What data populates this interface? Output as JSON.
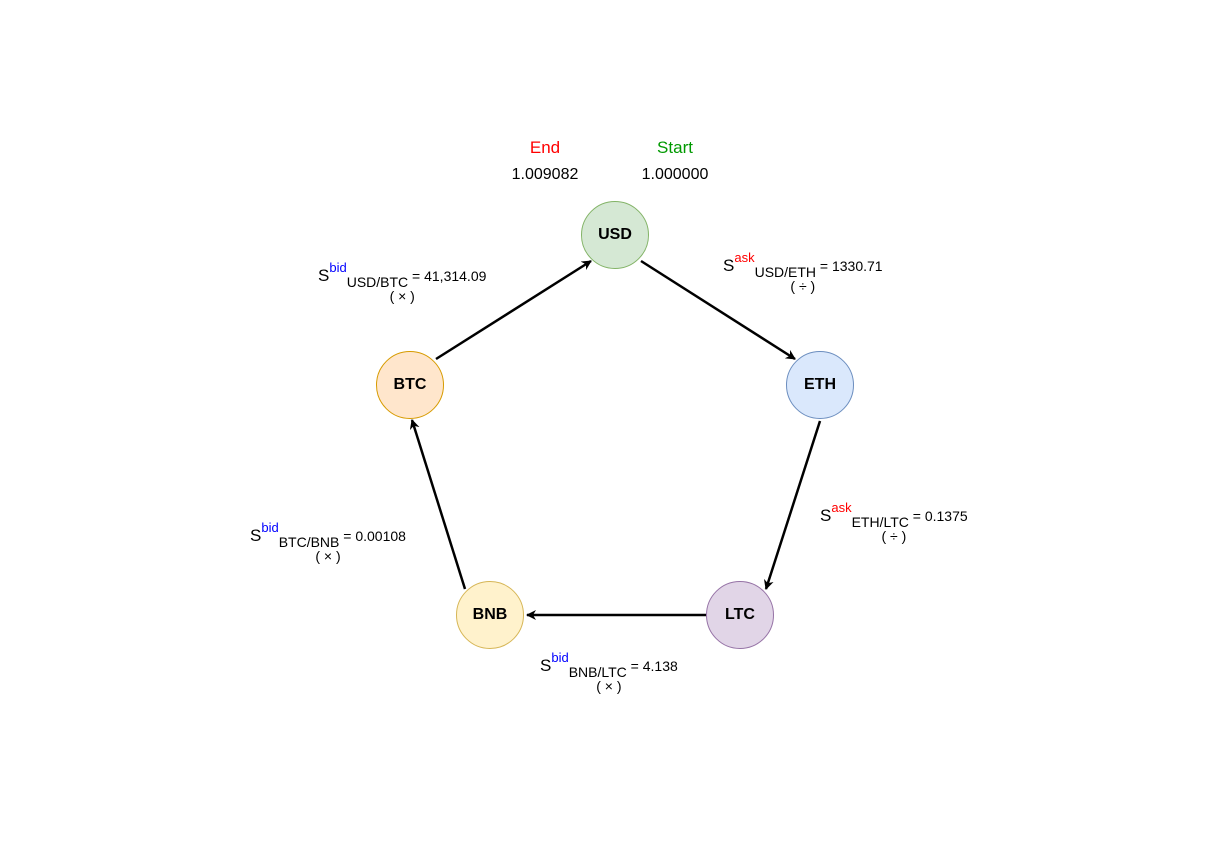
{
  "header": {
    "end_label": "End",
    "end_value": "1.009082",
    "start_label": "Start",
    "start_value": "1.000000"
  },
  "nodes": {
    "usd": "USD",
    "eth": "ETH",
    "ltc": "LTC",
    "bnb": "BNB",
    "btc": "BTC"
  },
  "edges": {
    "usd_eth": {
      "s": "S",
      "side": "ask",
      "pair": "USD/ETH",
      "value": " = 1330.71",
      "op": "( ÷ )"
    },
    "eth_ltc": {
      "s": "S",
      "side": "ask",
      "pair": "ETH/LTC",
      "value": " = 0.1375",
      "op": "( ÷ )"
    },
    "ltc_bnb": {
      "s": "S",
      "side": "bid",
      "pair": "BNB/LTC",
      "value": " = 4.138",
      "op": "( × )"
    },
    "bnb_btc": {
      "s": "S",
      "side": "bid",
      "pair": "BTC/BNB",
      "value": " = 0.00108",
      "op": "( × )"
    },
    "btc_usd": {
      "s": "S",
      "side": "bid",
      "pair": "USD/BTC",
      "value": " = 41,314.09",
      "op": "( × )"
    }
  },
  "colors": {
    "end": "#ff0000",
    "start": "#009900",
    "ask": "#ff0000",
    "bid": "#0000ff",
    "usd_fill": "#d5e8d4",
    "usd_stroke": "#82b366",
    "eth_fill": "#dae8fc",
    "eth_stroke": "#6c8ebf",
    "ltc_fill": "#e1d5e7",
    "ltc_stroke": "#9673a6",
    "bnb_fill": "#fff2cc",
    "bnb_stroke": "#d6b656",
    "btc_fill": "#ffe6cc",
    "btc_stroke": "#d79b00"
  }
}
